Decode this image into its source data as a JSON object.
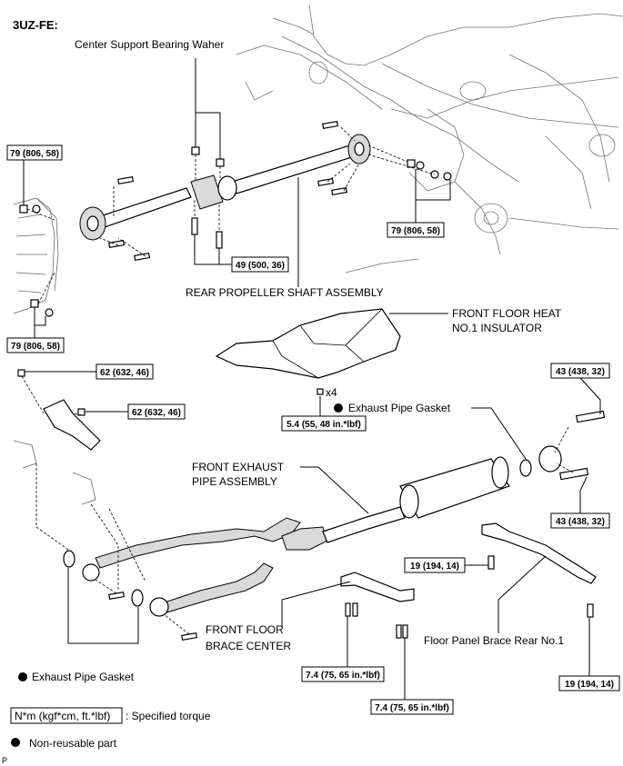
{
  "engine_code": "3UZ-FE:",
  "labels": {
    "center_bearing_washer": "Center Support Bearing Waher",
    "rear_propeller_shaft": "REAR PROPELLER SHAFT ASSEMBLY",
    "front_floor_heat_insulator_1": "FRONT FLOOR HEAT",
    "front_floor_heat_insulator_2": "NO.1 INSULATOR",
    "exhaust_pipe_gasket_right": "Exhaust Pipe Gasket",
    "front_exhaust_pipe_1": "FRONT EXHAUST",
    "front_exhaust_pipe_2": "PIPE ASSEMBLY",
    "front_floor_brace_1": "FRONT FLOOR",
    "front_floor_brace_2": "BRACE CENTER",
    "floor_panel_brace": "Floor Panel Brace Rear No.1",
    "exhaust_pipe_gasket_left": "Exhaust Pipe Gasket",
    "quantity_x4": "x4"
  },
  "torques": {
    "t_79_a": "79 (806, 58)",
    "t_79_b": "79 (806, 58)",
    "t_79_c": "79 (806, 58)",
    "t_49": "49 (500, 36)",
    "t_62_a": "62 (632, 46)",
    "t_62_b": "62 (632, 46)",
    "t_43_a": "43 (438, 32)",
    "t_43_b": "43 (438, 32)",
    "t_5_4": "5.4 (55, 48 in.*lbf)",
    "t_19_a": "19 (194, 14)",
    "t_19_b": "19 (194, 14)",
    "t_7_4_a": "7.4 (75, 65 in.*lbf)",
    "t_7_4_b": "7.4 (75, 65 in.*lbf)"
  },
  "legend": {
    "torque_unit": "N*m (kgf*cm, ft.*lbf)",
    "torque_text": ": Specified torque",
    "non_reusable": "Non-reusable part"
  },
  "corner_mark": "P"
}
